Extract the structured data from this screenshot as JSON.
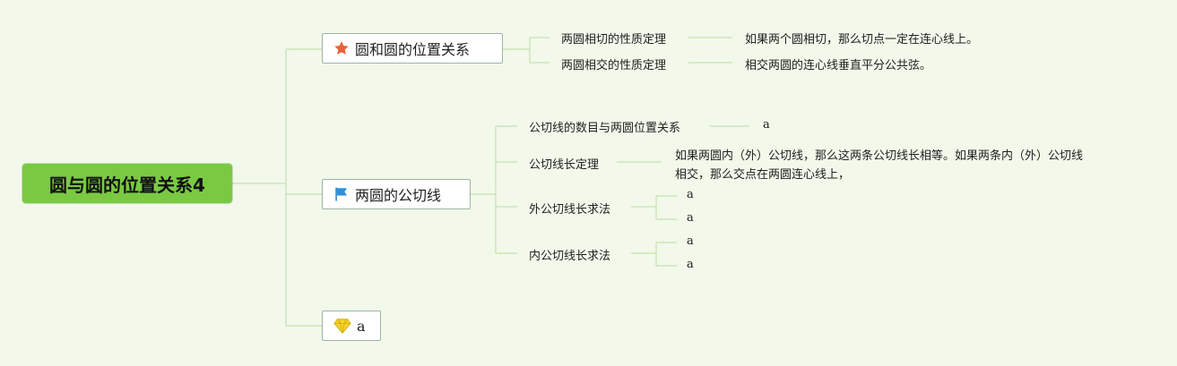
{
  "root": {
    "label": "圆与圆的位置关系4"
  },
  "topics": [
    {
      "label": "圆和圆的位置关系",
      "icon": "star-icon",
      "children": [
        {
          "label": "两圆相切的性质定理",
          "note": "如果两个圆相切，那么切点一定在连心线上。"
        },
        {
          "label": "两圆相交的性质定理",
          "note": "相交两圆的连心线垂直平分公共弦。"
        }
      ]
    },
    {
      "label": "两圆的公切线",
      "icon": "flag-icon",
      "children": [
        {
          "label": "公切线的数目与两圆位置关系",
          "leaves": [
            "a"
          ]
        },
        {
          "label": "公切线长定理",
          "note_lines": [
            "如果两圆内（外）公切线，那么这两条公切线长相等。如果两条内（外）公切线",
            "相交，那么交点在两圆连心线上，"
          ]
        },
        {
          "label": "外公切线长求法",
          "leaves": [
            "a",
            "a"
          ]
        },
        {
          "label": "内公切线长求法",
          "leaves": [
            "a",
            "a"
          ]
        }
      ]
    },
    {
      "label": "a",
      "icon": "diamond-icon"
    }
  ],
  "colors": {
    "background": "#f2f8ea",
    "root_fill": "#7ac943",
    "connector": "#c5e2b0",
    "star": "#e8623a",
    "flag": "#2f8fd8",
    "diamond": "#f2d22e"
  }
}
